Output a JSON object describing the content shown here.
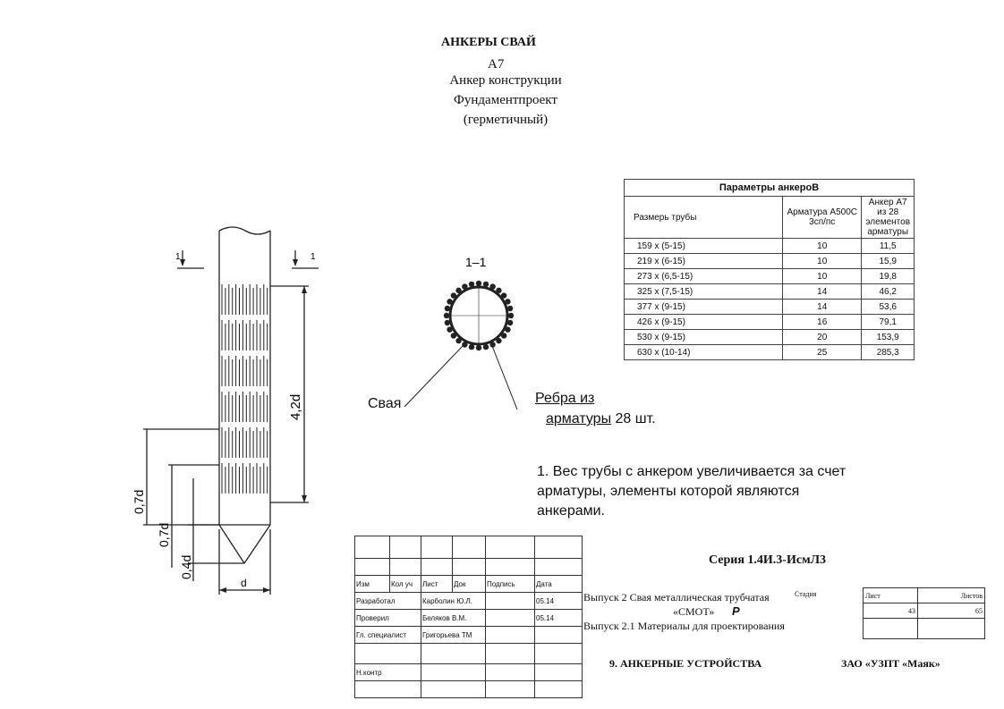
{
  "header": {
    "title": "АНКЕРЫ СВАЙ",
    "code": "А7",
    "line1": "Анкер конструкции",
    "line2": "Фундаментпроект",
    "line3": "(герметичный)"
  },
  "drawing": {
    "section_mark_left": "1",
    "section_mark_right": "1",
    "dim_length": "4,2d",
    "dim_07d_a": "0,7d",
    "dim_07d_b": "0,7d",
    "dim_04d": "0,4d",
    "dim_d": "d"
  },
  "section": {
    "label": "1–1",
    "pile_label": "Свая",
    "ribs_label_1": "Ребра из",
    "ribs_label_2": "арматуры",
    "ribs_count": "28 шт."
  },
  "note": {
    "line1": "1. Вес трубы с анкером увеличивается за счет",
    "line2": "арматуры, элементы которой являются",
    "line3": "анкерами."
  },
  "params_table": {
    "title": "Параметры анкероВ",
    "col1": "Размерь трубы",
    "col2": "Арматура А500С 3сп/пс",
    "col3": "Анкер А7 из 28 элементов арматуры",
    "rows": [
      {
        "size": "159 x (5-15)",
        "rebar": "10",
        "anchor": "11,5"
      },
      {
        "size": "219 x (6-15)",
        "rebar": "10",
        "anchor": "15,9"
      },
      {
        "size": "273 x (6,5-15)",
        "rebar": "10",
        "anchor": "19,8"
      },
      {
        "size": "325 x (7,5-15)",
        "rebar": "14",
        "anchor": "46,2"
      },
      {
        "size": "377 x (9-15)",
        "rebar": "14",
        "anchor": "53,6"
      },
      {
        "size": "426 x (9-15)",
        "rebar": "16",
        "anchor": "79,1"
      },
      {
        "size": "530 x (9-15)",
        "rebar": "20",
        "anchor": "153,9"
      },
      {
        "size": "630 x (10-14)",
        "rebar": "25",
        "anchor": "285,3"
      }
    ]
  },
  "stamp": {
    "h_izm": "Изм",
    "h_kol": "Кол уч",
    "h_list": "Лист",
    "h_dok": "Док",
    "h_podp": "Подпись",
    "h_data": "Дата",
    "r1_role": "Разработал",
    "r1_name": "Карболин Ю.Л.",
    "r1_date": "05.14",
    "r2_role": "Проверил",
    "r2_name": "Беляков В.М.",
    "r2_date": "05.14",
    "r3_role": "Гл. специалист",
    "r3_name": "Григорьева ТМ",
    "r4_role": "Н.контр"
  },
  "titleblock": {
    "series": "Серия 1.4И.3-ИсмЛ3",
    "issue2_a": "Выпуск 2 Свая металлическая трубчатая",
    "issue2_b": "«СМОТ»",
    "stage_label": "Стадия",
    "stage_value": "Р",
    "issue21": "Выпуск 2.1 Материалы для проектирования",
    "sheet_label": "Лист",
    "sheets_label": "Листов",
    "sheet_value": "43",
    "sheets_value": "65",
    "section_name": "9. АНКЕРНЫЕ УСТРОЙСТВА",
    "company": "ЗАО «УЗПТ «Маяк»"
  }
}
